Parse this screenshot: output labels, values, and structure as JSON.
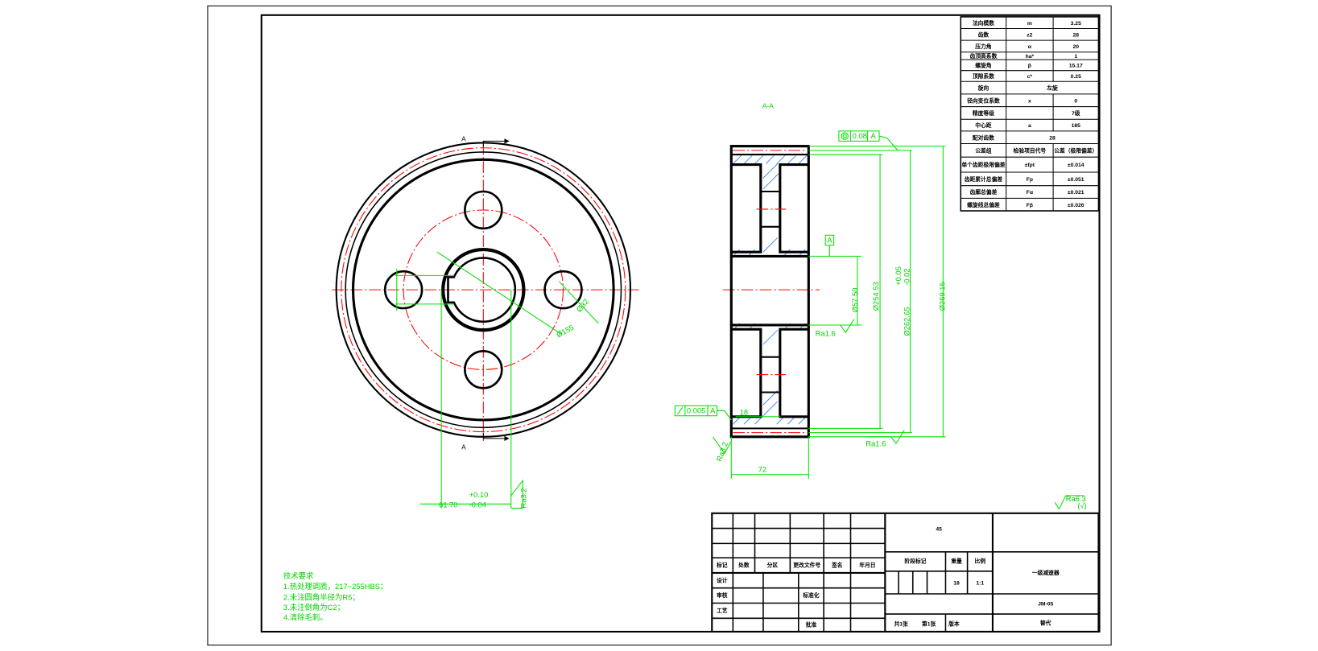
{
  "section_title": "A-A",
  "section_marks": [
    "A",
    "A"
  ],
  "datum": "A",
  "dimensions": {
    "bore": "Ø57.50",
    "root": "Ø254.53",
    "pitch": "Ø262.65",
    "pitch_upper": "+0.05",
    "pitch_lower": "-0.02",
    "tip": "Ø269.15",
    "width": "72",
    "web": "18",
    "keyway": "61.70",
    "keyway_upper": "+0.10",
    "keyway_lower": "-0.04",
    "hole_circle": "Ø155",
    "hole": "Ø32"
  },
  "tolerances": {
    "concentricity_value": "0.08",
    "concentricity_datum": "A",
    "runout_value": "0.005",
    "runout_datum": "A"
  },
  "roughness": {
    "face": "Ra1.6",
    "tip": "Ra1.6",
    "side": "Ra3.2",
    "key": "Ra3.2",
    "general": "Ra6.3"
  },
  "param_table": {
    "rows": [
      {
        "name": "法向模数",
        "symbol": "m",
        "value": "3.25"
      },
      {
        "name": "齿数",
        "symbol": "z2",
        "value": "28"
      },
      {
        "name": "压力角",
        "symbol": "α",
        "value": "20"
      },
      {
        "name": "齿顶高系数",
        "symbol": "ha*",
        "value": "1"
      },
      {
        "name": "螺旋角",
        "symbol": "β",
        "value": "15.17"
      },
      {
        "name": "顶隙系数",
        "symbol": "c*",
        "value": "0.25"
      },
      {
        "name": "旋向",
        "symbol": "",
        "value": "左旋"
      },
      {
        "name": "径向变位系数",
        "symbol": "x",
        "value": "0"
      },
      {
        "name": "精度等级",
        "symbol": "",
        "value": "7级"
      },
      {
        "name": "中心距",
        "symbol": "a",
        "value": "185"
      },
      {
        "name": "配对齿数",
        "symbol": "",
        "value": "28"
      }
    ],
    "tol_header": {
      "name": "公差组",
      "symbol": "检验项目代号",
      "value": "公差（极限偏差）"
    },
    "tol_rows": [
      {
        "name": "单个齿距极限偏差",
        "symbol": "±fpt",
        "value": "±0.014"
      },
      {
        "name": "齿距累计总偏差",
        "symbol": "Fp",
        "value": "±0.051"
      },
      {
        "name": "齿廓总偏差",
        "symbol": "Fα",
        "value": "±0.021"
      },
      {
        "name": "螺旋线总偏差",
        "symbol": "Fβ",
        "value": "±0.026"
      }
    ]
  },
  "notes": {
    "title": "技术要求",
    "items": [
      "1.热处理调质，217~255HBS；",
      "2.未注圆角半径为R5；",
      "3.未注倒角为C2；",
      "4.清除毛刺。"
    ]
  },
  "title_block": {
    "change_labels": [
      "标记",
      "处数",
      "分区",
      "更改文件号",
      "签名",
      "年月日"
    ],
    "design": "设计",
    "standard": "标准化",
    "review": "审核",
    "process": "工艺",
    "approve": "批准",
    "material": "45",
    "stage": "阶段标记",
    "weight": "重量",
    "scale": "比例",
    "weight_value": "18",
    "scale_value": "1:1",
    "sheets": "共1张",
    "sheet": "第1张",
    "version": "版本",
    "name": "一级减速器",
    "code": "JM-05",
    "replace": "替代"
  }
}
